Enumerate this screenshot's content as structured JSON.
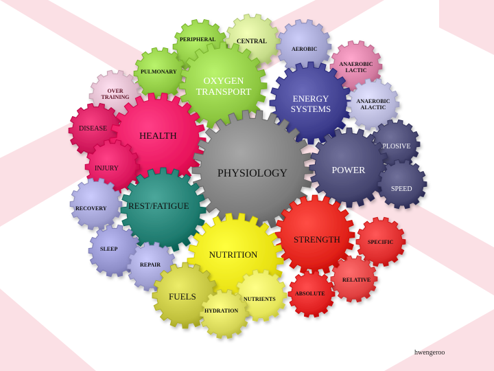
{
  "nodes": [
    {
      "id": "peripheral",
      "label": "PERIPHERAL",
      "color": "#8cc63f"
    },
    {
      "id": "central",
      "label": "CENTRAL",
      "color": "#c6dc8a"
    },
    {
      "id": "aerobic",
      "label": "AEROBIC",
      "color": "#9fa0cc"
    },
    {
      "id": "anaerobic-lactic",
      "label": "ANAEROBIC\nLACTIC",
      "color": "#d27aa0"
    },
    {
      "id": "pulmonary",
      "label": "PULMONARY",
      "color": "#8cc63f"
    },
    {
      "id": "oxygen-transport",
      "label": "OXYGEN\nTRANSPORT",
      "color": "#8cc63f"
    },
    {
      "id": "over-training",
      "label": "OVER\nTRAINING",
      "color": "#d9b3c4"
    },
    {
      "id": "energy-systems",
      "label": "ENERGY\nSYSTEMS",
      "color": "#3c3c8c"
    },
    {
      "id": "anaerobic-alactic",
      "label": "ANAEROBIC\nALACTIC",
      "color": "#b5b5d8"
    },
    {
      "id": "disease",
      "label": "DISEASE",
      "color": "#cc1456"
    },
    {
      "id": "health",
      "label": "HEALTH",
      "color": "#e8125a"
    },
    {
      "id": "explosive",
      "label": "EXPLOSIVE",
      "color": "#44446e"
    },
    {
      "id": "injury",
      "label": "INJURY",
      "color": "#d9145a"
    },
    {
      "id": "physiology",
      "label": "PHYSIOLOGY",
      "color": "#7a7a7a"
    },
    {
      "id": "power",
      "label": "POWER",
      "color": "#44446e"
    },
    {
      "id": "speed",
      "label": "SPEED",
      "color": "#44446e"
    },
    {
      "id": "recovery",
      "label": "RECOVERY",
      "color": "#9e9ed0"
    },
    {
      "id": "rest-fatigue",
      "label": "REST/FATIGUE",
      "color": "#1e7a6e"
    },
    {
      "id": "strength",
      "label": "STRENGTH",
      "color": "#e02018"
    },
    {
      "id": "specific",
      "label": "SPECIFIC",
      "color": "#dc2a2a"
    },
    {
      "id": "sleep",
      "label": "SLEEP",
      "color": "#8e8ec8"
    },
    {
      "id": "nutrition",
      "label": "NUTRITION",
      "color": "#e8e010"
    },
    {
      "id": "repair",
      "label": "REPAIR",
      "color": "#9e9ed0"
    },
    {
      "id": "relative",
      "label": "RELATIVE",
      "color": "#e04040"
    },
    {
      "id": "fuels",
      "label": "FUELS",
      "color": "#c0c03c"
    },
    {
      "id": "nutrients",
      "label": "NUTRIENTS",
      "color": "#e6e65a"
    },
    {
      "id": "absolute",
      "label": "ABSOLUTE",
      "color": "#e02020"
    },
    {
      "id": "hydration",
      "label": "HYDRATION",
      "color": "#d4d455"
    }
  ],
  "watermark": "hwengeroo"
}
